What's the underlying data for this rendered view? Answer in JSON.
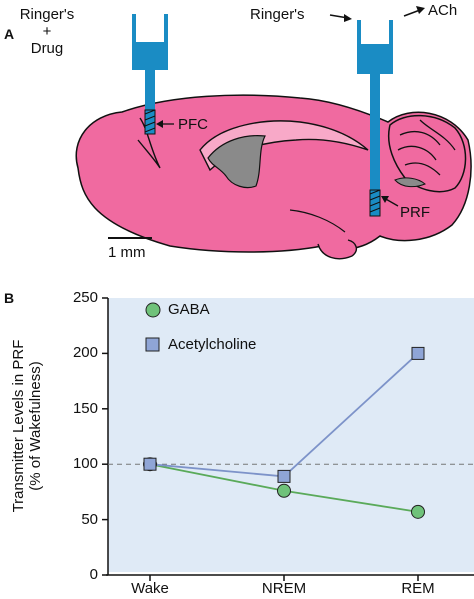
{
  "panel_a": {
    "letter": "A",
    "left_probe_label_lines": [
      "Ringer's",
      "+",
      "Drug"
    ],
    "right_probe_label": "Ringer's",
    "outflow_label": "ACh",
    "pfc_label": "PFC",
    "prf_label": "PRF",
    "scale_label": "1 mm",
    "colors": {
      "brain": "#f06aa0",
      "brain_light": "#f8a9c8",
      "probe": "#1a8cc4",
      "ventricle": "#8a8a8a"
    }
  },
  "panel_b": {
    "letter": "B",
    "ylabel_line1": "Transmitter Levels in PRF",
    "ylabel_line2": "(% of Wakefulness)",
    "legend": {
      "gaba": "GABA",
      "ach": "Acetylcholine"
    },
    "colors": {
      "gaba": "#6fc27a",
      "ach": "#8fa5d6",
      "line_gaba": "#5aaa5a",
      "line_ach": "#7d93c9",
      "bg": "#dfeaf6",
      "dashed": "#777777"
    }
  },
  "chart_data": {
    "type": "line",
    "categories": [
      "Wake",
      "NREM",
      "REM"
    ],
    "series": [
      {
        "name": "GABA",
        "values": [
          100,
          76,
          57
        ]
      },
      {
        "name": "Acetylcholine",
        "values": [
          100,
          89,
          200
        ]
      }
    ],
    "yticks": [
      "0",
      "50",
      "100",
      "150",
      "200",
      "250"
    ],
    "ylim": [
      0,
      250
    ],
    "reference_line": 100,
    "legend_position": "top-left"
  }
}
